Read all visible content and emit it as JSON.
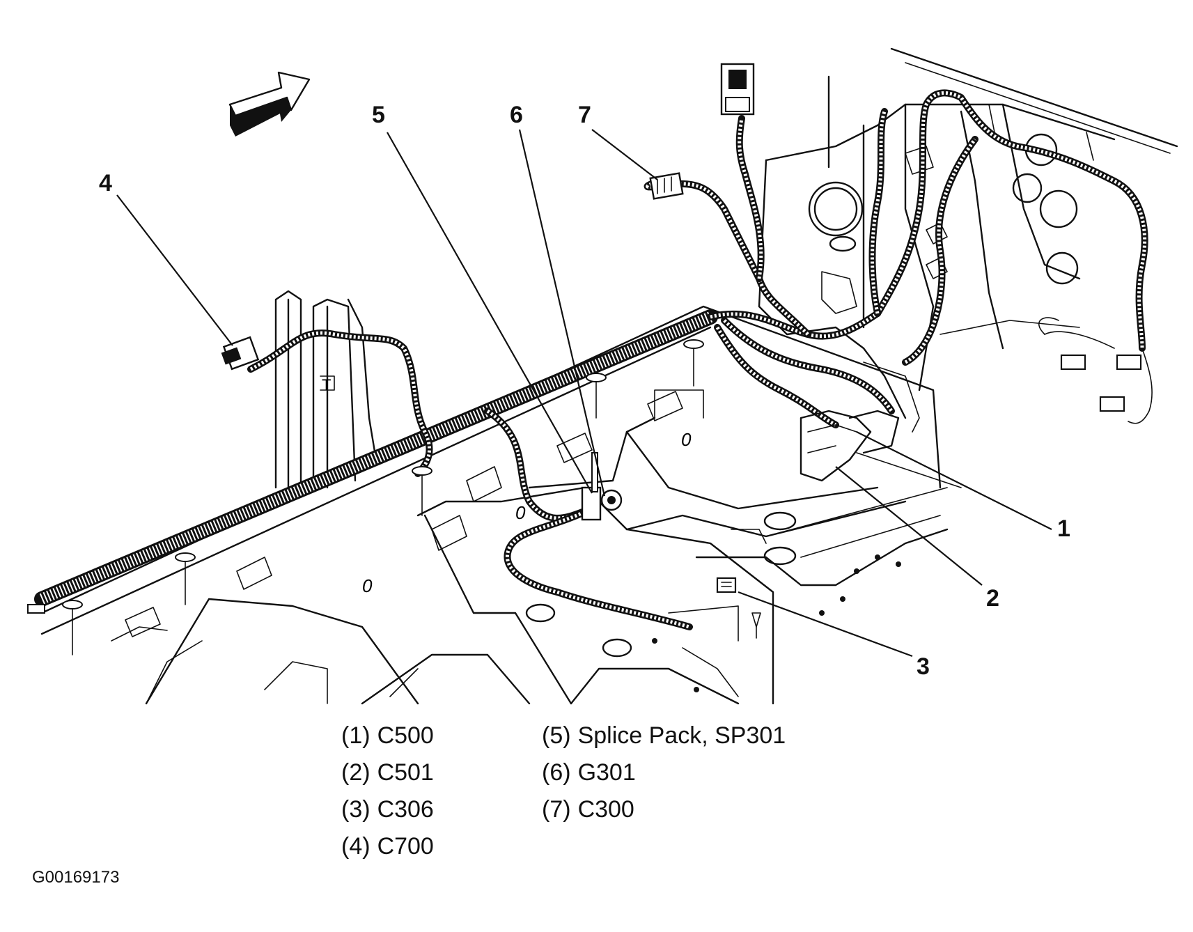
{
  "callouts": [
    {
      "id": "1",
      "label": "1"
    },
    {
      "id": "2",
      "label": "2"
    },
    {
      "id": "3",
      "label": "3"
    },
    {
      "id": "4",
      "label": "4"
    },
    {
      "id": "5",
      "label": "5"
    },
    {
      "id": "6",
      "label": "6"
    },
    {
      "id": "7",
      "label": "7"
    }
  ],
  "legend": [
    {
      "num": "(1)",
      "text": "C500"
    },
    {
      "num": "(2)",
      "text": "C501"
    },
    {
      "num": "(3)",
      "text": "C306"
    },
    {
      "num": "(4)",
      "text": "C700"
    },
    {
      "num": "(5)",
      "text": "Splice Pack, SP301"
    },
    {
      "num": "(6)",
      "text": "G301"
    },
    {
      "num": "(7)",
      "text": "C300"
    }
  ],
  "figure_id": "G00169173",
  "icons": {
    "direction": "forward-arrow-icon"
  }
}
